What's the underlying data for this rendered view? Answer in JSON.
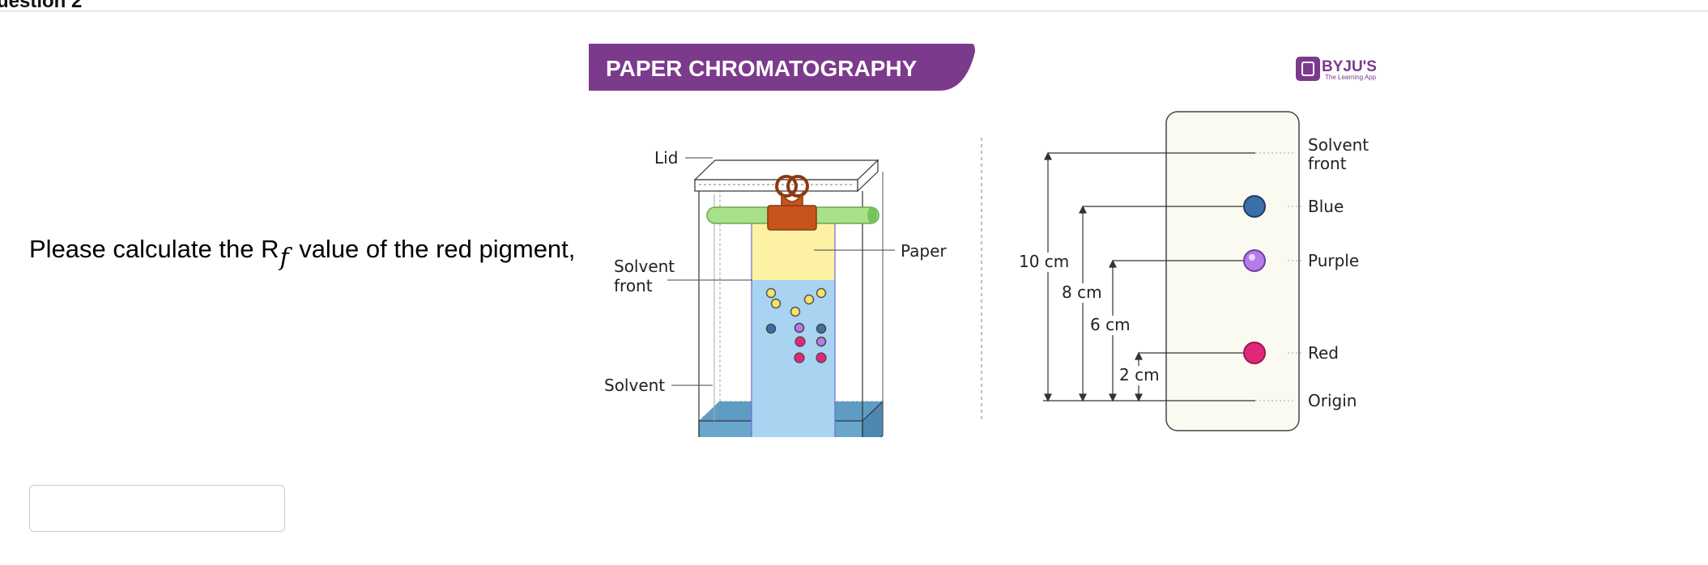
{
  "question": {
    "header": "uestion 2",
    "prompt_before": "Please calculate the R",
    "prompt_sub": "f",
    "prompt_after": " value of the red pigment,"
  },
  "answer": {
    "value": "",
    "placeholder": ""
  },
  "figure": {
    "title": "PAPER CHROMATOGRAPHY",
    "brand": {
      "name": "BYJU'S",
      "tagline": "The Learning App",
      "color": "#7b3a8c"
    },
    "title_bg_color": "#7b3a8c",
    "apparatus_labels": {
      "lid": "Lid",
      "paper": "Paper",
      "solvent_front_1": "Solvent",
      "solvent_front_2": "front",
      "solvent": "Solvent"
    },
    "strip_labels": {
      "solvent_front_1": "Solvent",
      "solvent_front_2": "front",
      "blue": "Blue",
      "purple": "Purple",
      "red": "Red",
      "origin": "Origin"
    },
    "distances": {
      "d10": "10 cm",
      "d8": "8 cm",
      "d6": "6 cm",
      "d2": "2 cm"
    },
    "pigment_colors": {
      "blue": "#3b6fa8",
      "purple": "#b57be8",
      "red": "#e0287a",
      "yellow": "#f2e46a"
    }
  }
}
